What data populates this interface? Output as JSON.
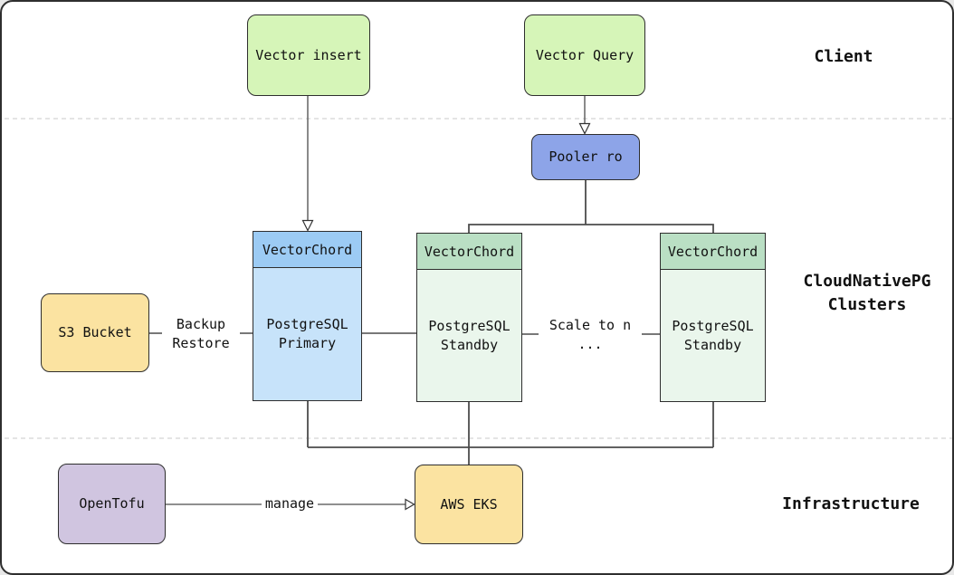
{
  "sections": {
    "client": "Client",
    "clusters": "CloudNativePG\nClusters",
    "infrastructure": "Infrastructure"
  },
  "nodes": {
    "vector_insert": "Vector insert",
    "vector_query": "Vector Query",
    "pooler_ro": "Pooler ro",
    "s3_bucket": "S3 Bucket",
    "primary": {
      "header": "VectorChord",
      "body": "PostgreSQL\nPrimary"
    },
    "standby1": {
      "header": "VectorChord",
      "body": "PostgreSQL\nStandby"
    },
    "standby2": {
      "header": "VectorChord",
      "body": "PostgreSQL\nStandby"
    },
    "opentofu": "OpenTofu",
    "aws_eks": "AWS EKS"
  },
  "edge_labels": {
    "backup_restore": "Backup\nRestore",
    "scale_to_n": "Scale to n\n...",
    "manage": "manage"
  },
  "colors": {
    "client_node": "#d6f5b8",
    "pooler": "#8da4e8",
    "primary_header": "#9ccbf4",
    "primary_body": "#c7e3fa",
    "standby_header": "#badfc4",
    "standby_body": "#eaf6ec",
    "storage": "#fbe3a1",
    "opentofu": "#d0c5e0",
    "wire": "#4c4c4c",
    "separator": "#d4d4d4"
  }
}
